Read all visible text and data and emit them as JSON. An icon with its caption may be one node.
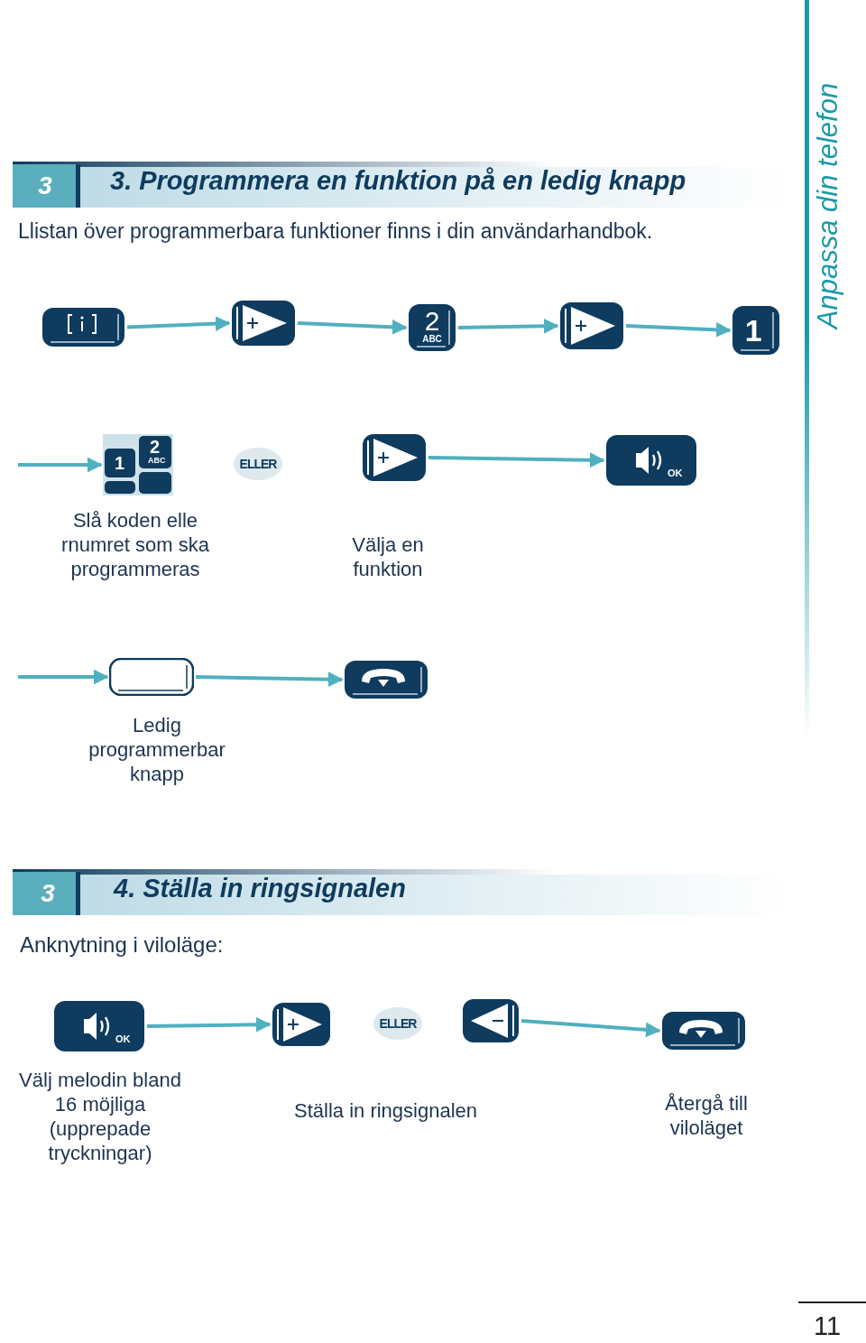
{
  "diagram": {
    "nodes": [
      {
        "text": [],
        "shape": "box"
      },
      {
        "text": [],
        "shape": "box"
      },
      {
        "text": [
          "2",
          "ABC"
        ]
      },
      {
        "text": [],
        "shape": "box"
      },
      {
        "text": [
          "1"
        ]
      },
      {
        "text": [
          "1",
          "2",
          "ABC"
        ],
        "beside": [
          "Slå koden  elle rnumret som ska programmeras"
        ]
      },
      {
        "text": [
          "ELLER"
        ]
      },
      {
        "text": [],
        "shape": "box",
        "beside": [
          "Välja en funktion"
        ]
      },
      {
        "text": [
          "OK"
        ]
      },
      {
        "text": [],
        "shape": "box",
        "beside": [
          "Ledig programmerbar knapp"
        ]
      },
      {
        "text": [],
        "shape": "box"
      },
      {
        "text": [
          "OK"
        ],
        "beside": [
          "Välj melodin bland 16 möjliga (upprepade tryckningar)"
        ]
      },
      {
        "text": [],
        "shape": "box"
      },
      {
        "text": [
          "ELLER"
        ]
      },
      {
        "text": [],
        "shape": "box"
      },
      {
        "text": [],
        "shape": "box",
        "beside": [
          "Återgå till viloläget"
        ]
      }
    ],
    "edges": [
      {
        "from": 0,
        "to": 1,
        "arrow": "to"
      },
      {
        "from": 1,
        "to": 2,
        "arrow": "to"
      },
      {
        "from": 2,
        "to": 3,
        "arrow": "to"
      },
      {
        "from": 3,
        "to": 4,
        "arrow": "to"
      },
      {
        "from": null,
        "to": 5,
        "arrow": "to"
      },
      {
        "from": 7,
        "to": 8,
        "arrow": "to"
      },
      {
        "from": null,
        "to": 9,
        "arrow": "to"
      },
      {
        "from": 9,
        "to": 10,
        "arrow": "to"
      },
      {
        "from": 11,
        "to": 12,
        "arrow": "to"
      },
      {
        "from": 14,
        "to": 15,
        "arrow": "to"
      }
    ],
    "labels": [
      "3",
      "3. Programmera en funktion på en ledig knapp",
      "Anpassa din telefon",
      "Llistan över programmerbara funktioner finns i din användarhandbok.",
      "3",
      "4. Ställa in ringsignalen",
      "Anknytning i viloläge:",
      "Ställa in ringsignalen",
      "11"
    ]
  }
}
